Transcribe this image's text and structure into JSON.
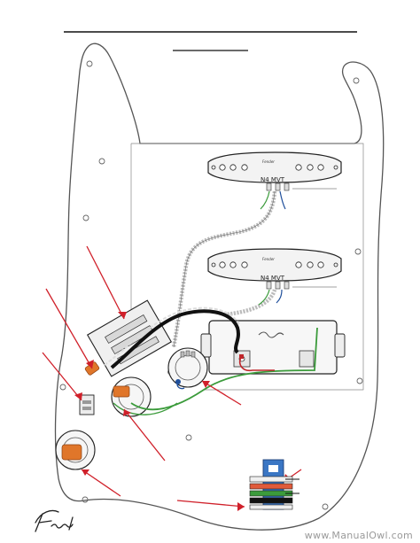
{
  "pickups": {
    "neck_label": "N4 MVT",
    "middle_label": "N4 MVT",
    "neck_small_print": "Fender",
    "middle_small_print": "Fender"
  },
  "footer": {
    "watermark": "www.ManualOwl.com"
  }
}
